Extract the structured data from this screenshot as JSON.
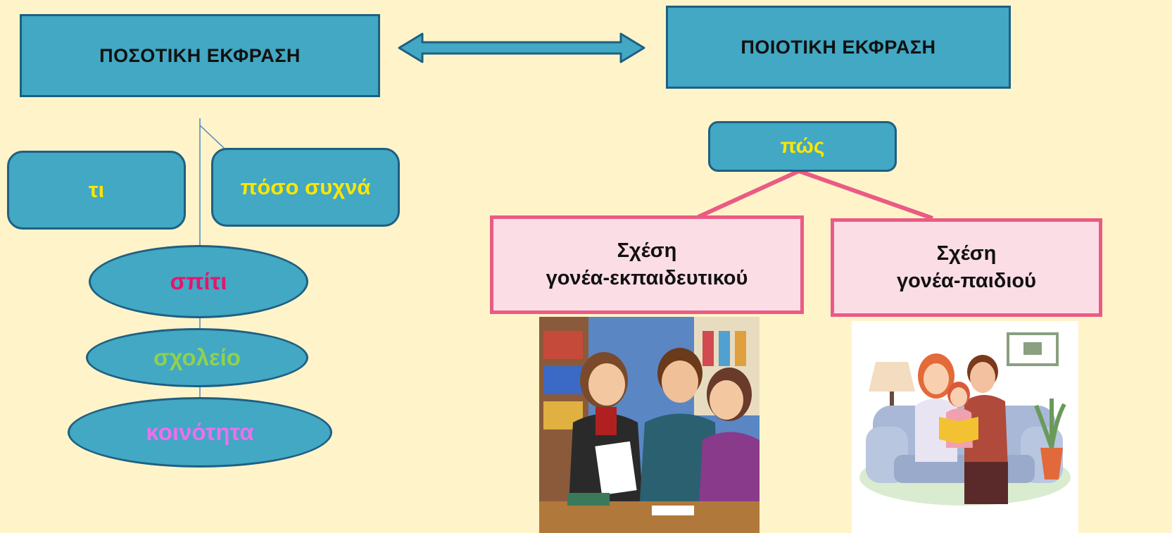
{
  "left_title": "ΠΟΣΟΤΙΚΗ ΕΚΦΡΑΣΗ",
  "right_title": "ΠΟΙΟΤΙΚΗ ΕΚΦΡΑΣΗ",
  "left_branch": {
    "what": "τι",
    "how_often": "πόσο συχνά"
  },
  "levels": {
    "home": "σπίτι",
    "school": "σχολείο",
    "community": "κοινότητα"
  },
  "right_branch": {
    "how": "πώς",
    "parent_teacher": {
      "line1": "Σχέση",
      "line2": "γονέα-εκπαιδευτικού"
    },
    "parent_child": {
      "line1": "Σχέση",
      "line2": "γονέα-παιδιού"
    }
  },
  "colors": {
    "background": "#fff4c9",
    "box_fill": "#42a8c3",
    "box_border": "#1f5f82",
    "pink_border": "#ea5b84",
    "pink_fill": "#fbdde6",
    "what_text": "#ffe600",
    "how_often_text": "#ffe600",
    "how_text": "#ffe600",
    "home_text": "#e8136e",
    "school_text": "#8fd14f",
    "community_text": "#ee6ef0"
  },
  "icons": {
    "double_arrow": "double-arrow-icon",
    "teacher_meeting": "parent-teacher-meeting-illustration",
    "family_reading": "family-reading-illustration"
  }
}
